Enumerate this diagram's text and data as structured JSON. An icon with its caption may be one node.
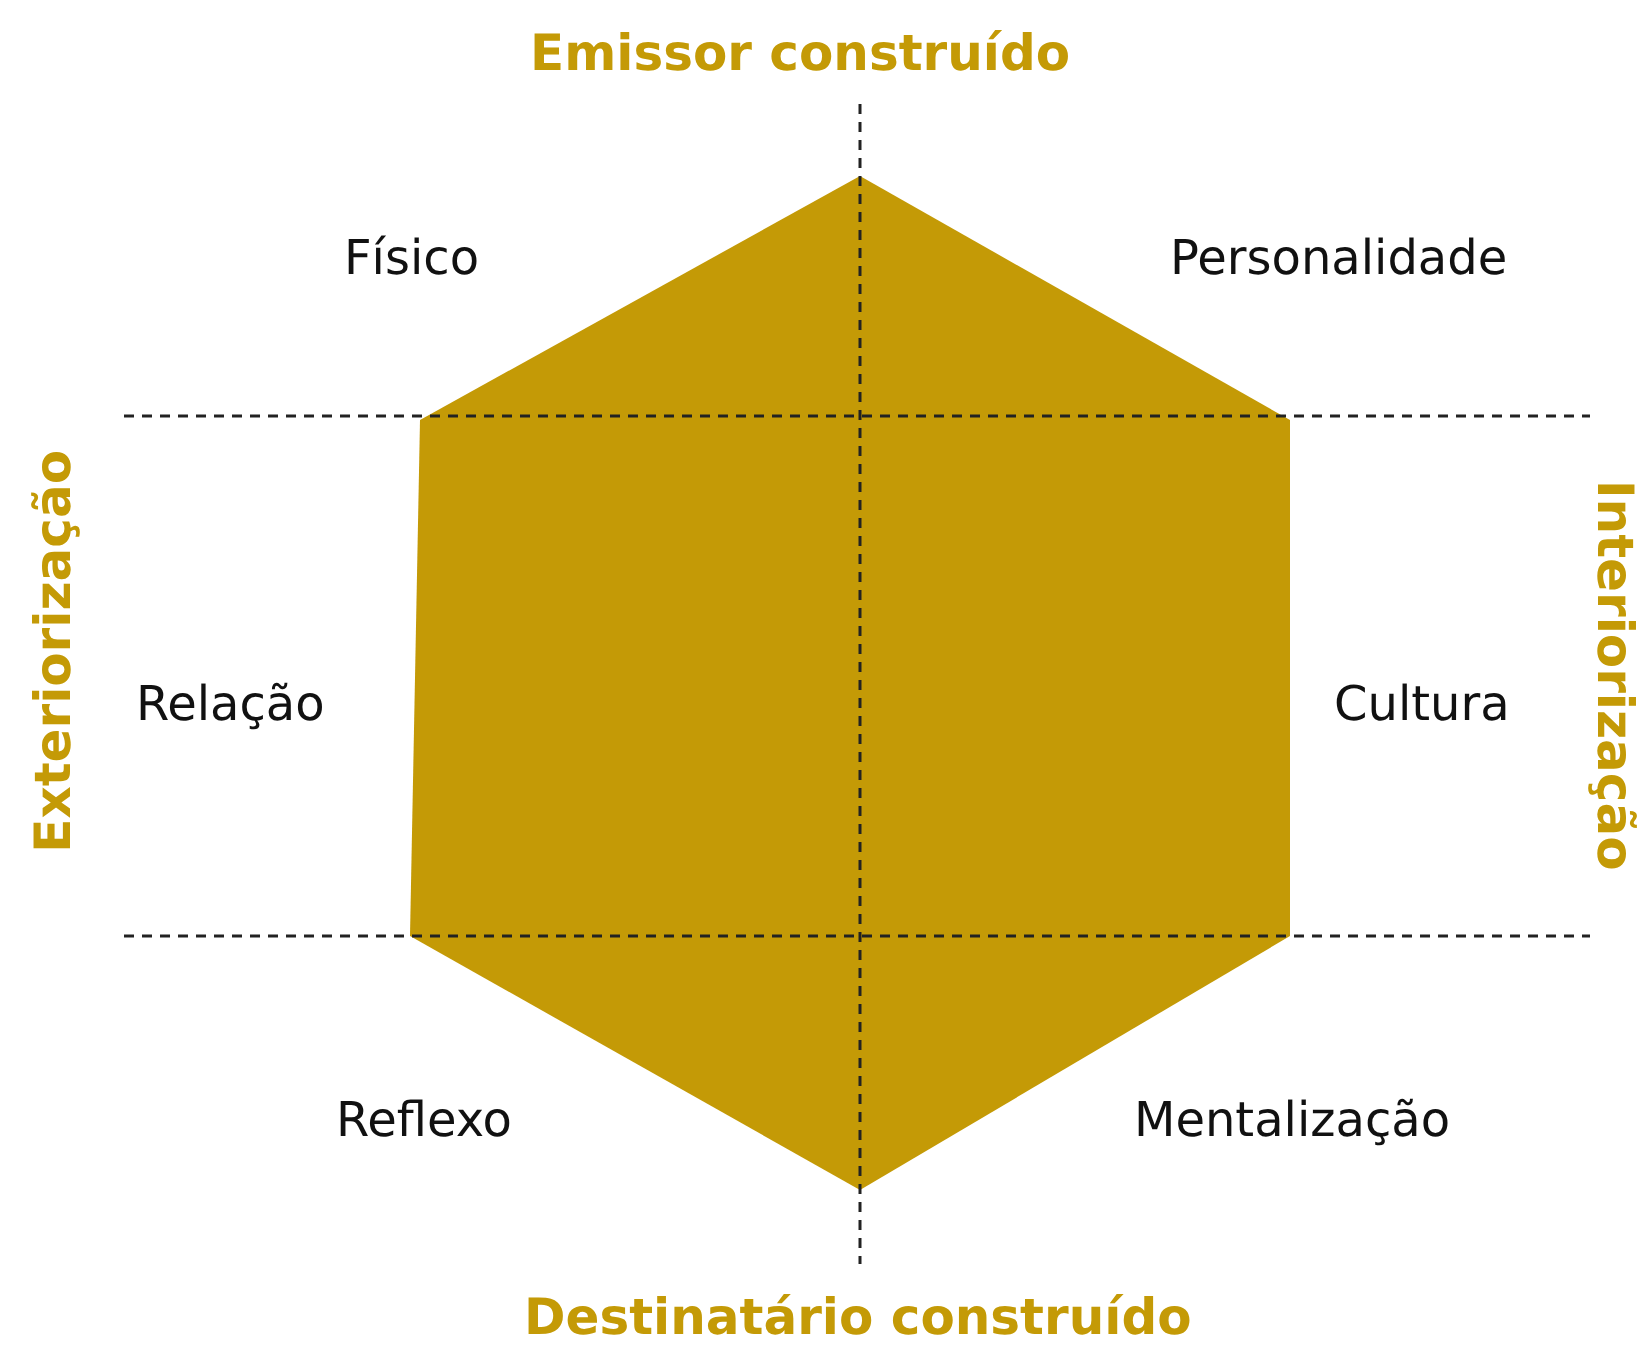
{
  "diagram": {
    "labels": [
      "Emissor construído",
      "Físico",
      "Personalidade",
      "Exteriorização",
      "Relação",
      "Cultura",
      "Interiorização",
      "Reflexo",
      "Mentalização",
      "Destinatário construído"
    ]
  }
}
